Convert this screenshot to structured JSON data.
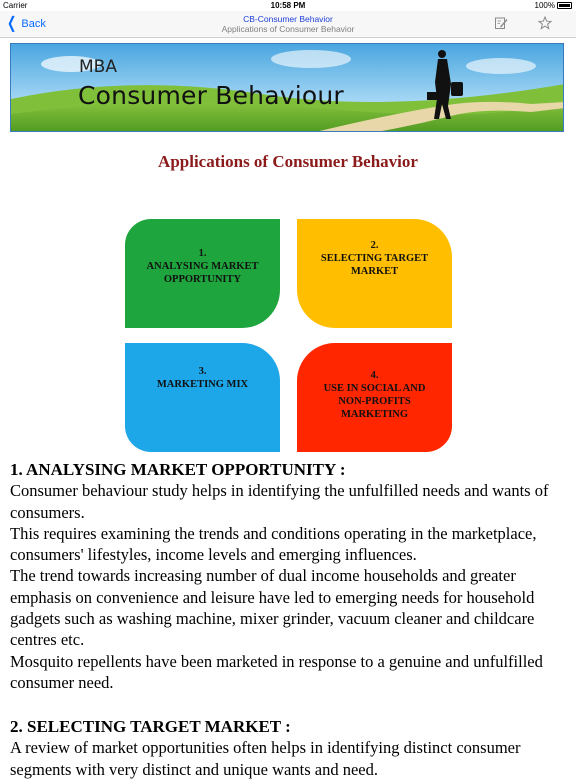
{
  "status": {
    "carrier": "Carrier",
    "time": "10:58 PM",
    "battery": "100%"
  },
  "nav": {
    "back_label": "Back",
    "title": "CB-Consumer Behavior",
    "subtitle": "Applications of Consumer Behavior",
    "icons": [
      "edit-note-icon",
      "star-icon"
    ]
  },
  "banner": {
    "line1": "MBA",
    "line2": "Consumer Behaviour"
  },
  "heading": "Applications of Consumer Behavior",
  "tiles": [
    {
      "num": "1.",
      "text": "ANALYSING MARKET OPPORTUNITY",
      "color": "#1fa53d"
    },
    {
      "num": "2.",
      "text": "SELECTING TARGET MARKET",
      "color": "#ffbf00"
    },
    {
      "num": "3.",
      "text": "MARKETING MIX",
      "color": "#1da6e8"
    },
    {
      "num": "4.",
      "text": "USE IN SOCIAL AND NON-PROFITS MARKETING",
      "color": "#ff2600"
    }
  ],
  "section1": {
    "title": "1. ANALYSING MARKET OPPORTUNITY :",
    "paragraphs": [
      "Consumer behaviour study helps in identifying the unfulfilled needs and wants of consumers.",
      "This requires examining the trends and conditions operating in the marketplace, consumers' lifestyles, income levels and emerging influences.",
      "The trend towards increasing number of dual income households and greater emphasis on convenience and leisure have led to emerging needs for household gadgets such as washing machine, mixer grinder, vacuum cleaner and childcare centres etc.",
      "Mosquito repellents have been marketed in response to a genuine and unfulfilled consumer need."
    ]
  },
  "section2": {
    "title": "2. SELECTING TARGET MARKET :",
    "paragraphs": [
      "A review of market opportunities often helps in identifying distinct consumer segments with very distinct and unique wants and need."
    ]
  }
}
